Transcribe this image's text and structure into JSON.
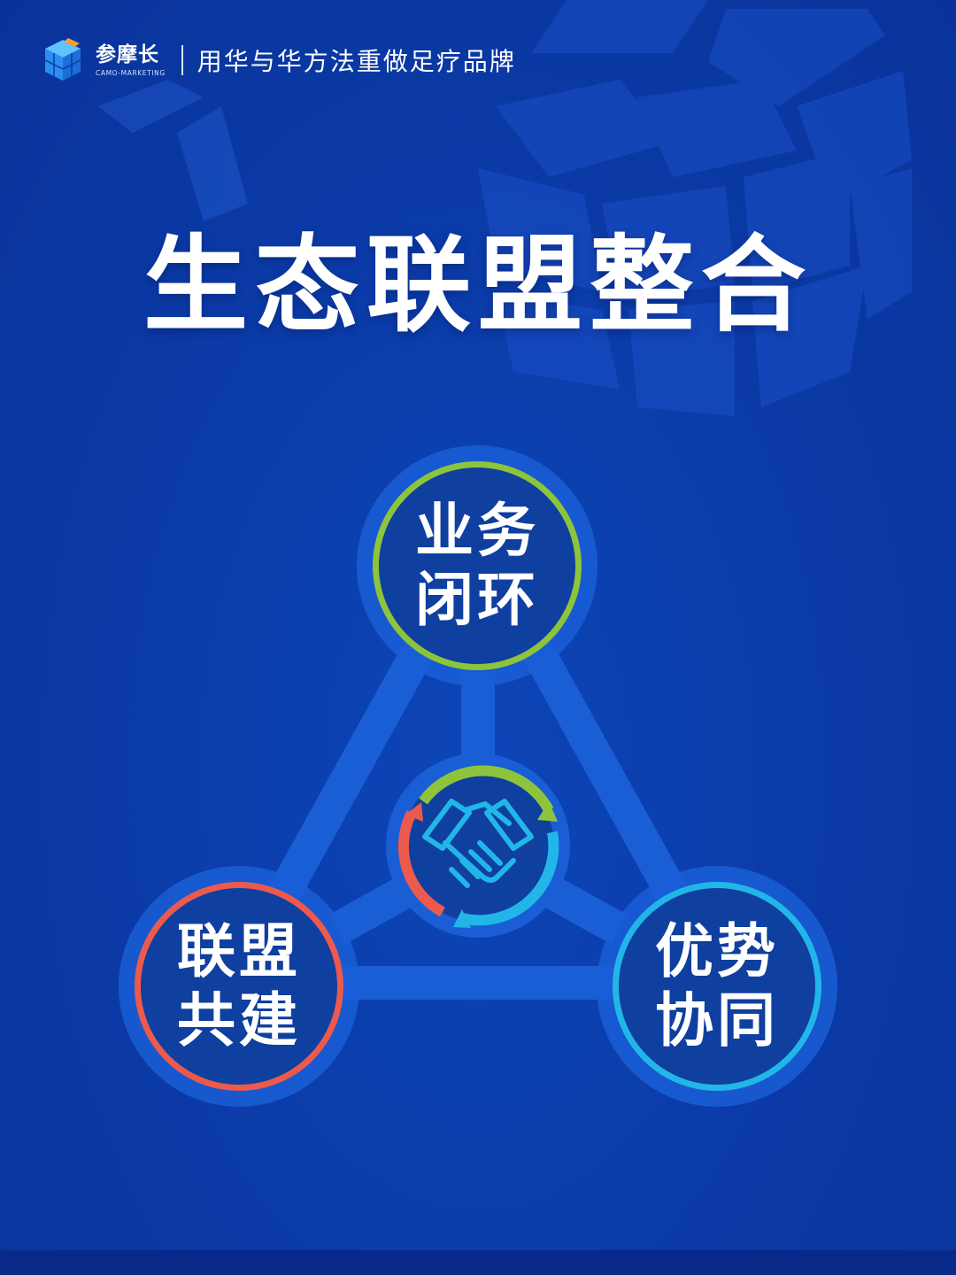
{
  "header": {
    "brand_name": "参摩长",
    "brand_sub": "CAMO-MARKETING",
    "slogan": "用华与华方法重做足疗品牌"
  },
  "title": "生态联盟整合",
  "diagram": {
    "nodes": [
      {
        "id": "top",
        "line1": "业务",
        "line2": "闭环",
        "ring_color": "#8dc43b"
      },
      {
        "id": "left",
        "line1": "联盟",
        "line2": "共建",
        "ring_color": "#ec5a4d"
      },
      {
        "id": "right",
        "line1": "优势",
        "line2": "协同",
        "ring_color": "#22b6e8"
      }
    ],
    "center_icon": "handshake-icon",
    "cycle_colors": [
      "#8dc43b",
      "#22b6e8",
      "#ec5a4d"
    ]
  },
  "colors": {
    "background": "#0b3aa8",
    "connector": "#1a5ed6",
    "text": "#ffffff"
  }
}
